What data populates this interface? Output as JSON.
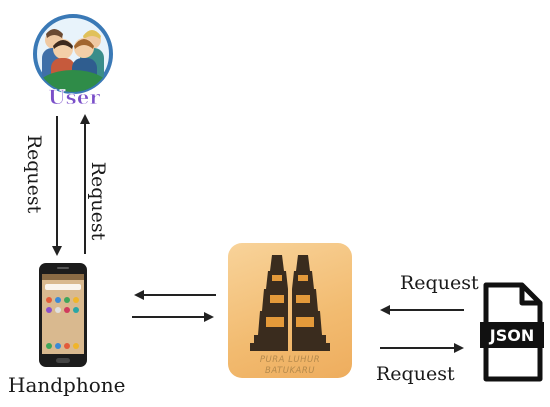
{
  "user": {
    "label": "User"
  },
  "arrows": {
    "user_down_label": "Request",
    "user_up_label": "Request",
    "json_top_label": "Request",
    "json_bottom_label": "Request"
  },
  "handphone": {
    "label": "Handphone"
  },
  "server": {
    "line1": "PURA LUHUR",
    "line2": "BATUKARU"
  },
  "json_file": {
    "label": "JSON"
  }
}
